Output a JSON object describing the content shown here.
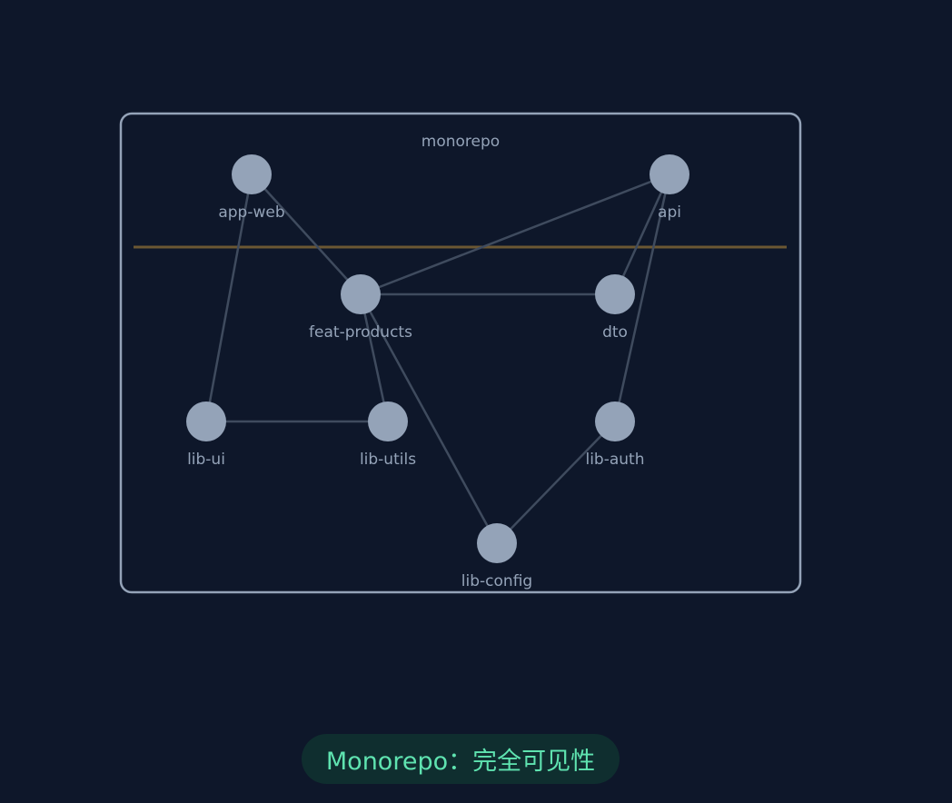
{
  "group": {
    "label": "monorepo"
  },
  "nodes": [
    {
      "id": "app-web",
      "label": "app-web"
    },
    {
      "id": "api",
      "label": "api"
    },
    {
      "id": "feat-products",
      "label": "feat-products"
    },
    {
      "id": "dto",
      "label": "dto"
    },
    {
      "id": "lib-ui",
      "label": "lib-ui"
    },
    {
      "id": "lib-utils",
      "label": "lib-utils"
    },
    {
      "id": "lib-auth",
      "label": "lib-auth"
    },
    {
      "id": "lib-config",
      "label": "lib-config"
    }
  ],
  "edges": [
    [
      "app-web",
      "feat-products"
    ],
    [
      "app-web",
      "lib-ui"
    ],
    [
      "api",
      "feat-products"
    ],
    [
      "api",
      "dto"
    ],
    [
      "api",
      "lib-auth"
    ],
    [
      "feat-products",
      "dto"
    ],
    [
      "feat-products",
      "lib-utils"
    ],
    [
      "feat-products",
      "lib-config"
    ],
    [
      "lib-ui",
      "lib-utils"
    ],
    [
      "lib-auth",
      "lib-config"
    ]
  ],
  "colors": {
    "node": "#94a3b8",
    "edge": "#3f4b5e",
    "group_border": "#94a3b8",
    "divider": "#6b5733",
    "badge_text": "#5fe3b0"
  },
  "status": {
    "text": "Monorepo：完全可见性"
  }
}
